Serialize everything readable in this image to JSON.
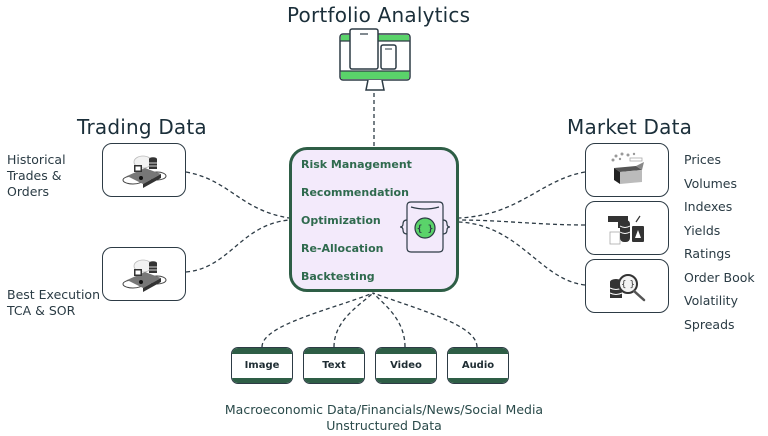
{
  "headings": {
    "portfolio": "Portfolio Analytics",
    "trading": "Trading Data",
    "market": "Market Data"
  },
  "trading_sources": [
    {
      "label_lines": [
        "Historical",
        "Trades &",
        "Orders"
      ],
      "icon": "trading-platform-icon"
    },
    {
      "label_lines": [
        "Best Execution",
        "TCA & SOR"
      ],
      "icon": "trading-platform-icon"
    }
  ],
  "hub": {
    "items": [
      "Risk Management",
      "Recommendation",
      "Optimization",
      "Re-Allocation",
      "Backtesting"
    ],
    "icon": "code-braces-icon",
    "icon_glyph": "{ }"
  },
  "market_sources": {
    "icons": [
      "open-box-data-icon",
      "coins-documents-icon",
      "coins-magnifier-icon"
    ],
    "items": [
      "Prices",
      "Volumes",
      "Indexes",
      "Yields",
      "Ratings",
      "Order Book",
      "Volatility",
      "Spreads"
    ]
  },
  "media": [
    "Image",
    "Text",
    "Video",
    "Audio"
  ],
  "caption": {
    "line1": "Macroeconomic Data/Financials/News/Social Media",
    "line2": "Unstructured Data"
  },
  "colors": {
    "hub_border": "#2e5e46",
    "hub_fill": "#f3eafb",
    "hub_text": "#2f6a4e",
    "accent_green": "#5ad36a",
    "outline": "#2d3b45"
  }
}
